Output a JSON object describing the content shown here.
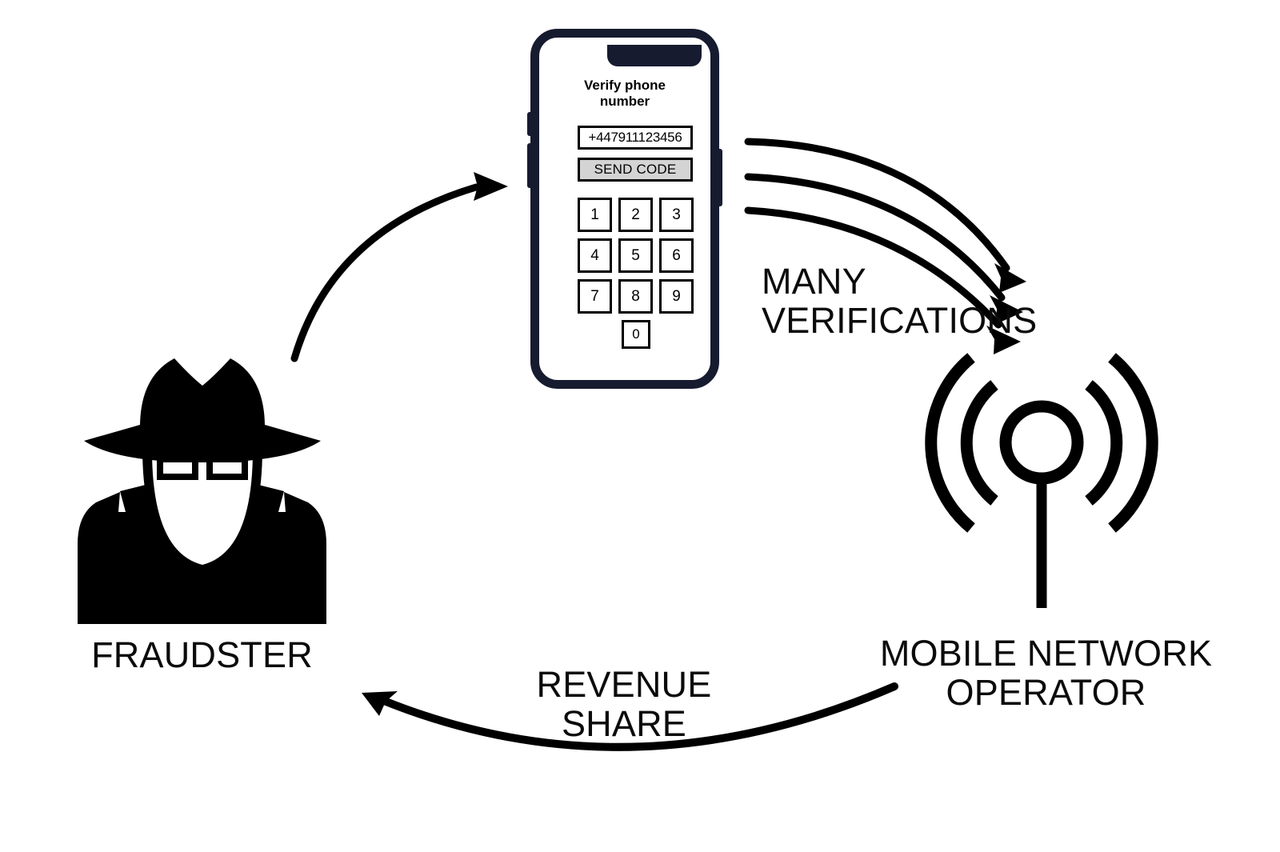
{
  "diagram": {
    "title": "SMS pumping / AIT fraud revenue-share loop",
    "background_color": "#ffffff",
    "ink_color": "#000000"
  },
  "actors": {
    "fraudster": {
      "label": "FRAUDSTER",
      "icon": "spy-fedora-glasses-icon"
    },
    "operator": {
      "label": "MOBILE NETWORK\nOPERATOR",
      "icon": "antenna-broadcast-icon"
    }
  },
  "phone": {
    "frame_color": "#161b30",
    "screen": {
      "title": "Verify phone\nnumber",
      "phone_number_value": "+447911123456",
      "phone_number_placeholder": "+447911123456",
      "send_code_label": "SEND CODE",
      "send_code_fill": "#d4d4d4",
      "keypad_rows": [
        [
          "1",
          "2",
          "3"
        ],
        [
          "4",
          "5",
          "6"
        ],
        [
          "7",
          "8",
          "9"
        ]
      ],
      "keypad_zero": "0"
    }
  },
  "flows": {
    "fraudster_to_phone": {
      "label": "",
      "icon": "curved-arrow-up-right-icon"
    },
    "phone_to_operator": {
      "label": "MANY\nVERIFICATIONS",
      "arrow_count": 3,
      "icon": "triple-curved-arrow-icon"
    },
    "operator_to_fraudster": {
      "label": "REVENUE\nSHARE",
      "icon": "curved-arrow-left-icon"
    }
  }
}
